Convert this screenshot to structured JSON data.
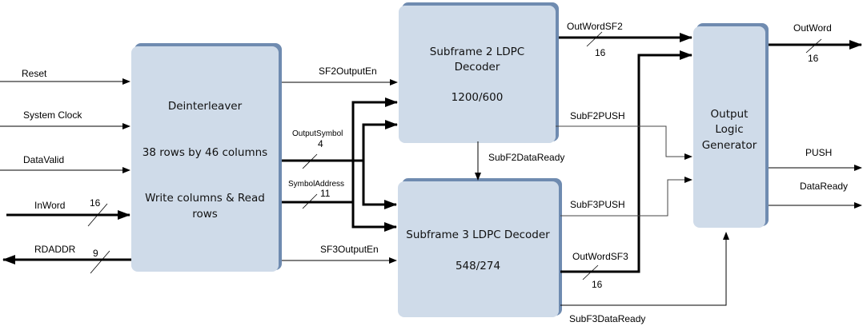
{
  "diagram": {
    "blocks": {
      "deinterleaver": {
        "lines": [
          "Deinterleaver",
          "38 rows by 46 columns",
          "Write columns & Read",
          "rows"
        ]
      },
      "sf2_decoder": {
        "lines": [
          "Subframe 2 LDPC",
          "Decoder",
          "1200/600"
        ]
      },
      "sf3_decoder": {
        "lines": [
          "Subframe 3 LDPC Decoder",
          "548/274"
        ]
      },
      "output_logic": {
        "lines": [
          "Output",
          "Logic",
          "Generator"
        ]
      }
    },
    "inputs": {
      "reset": "Reset",
      "system_clock": "System Clock",
      "data_valid": "DataValid",
      "in_word": "InWord",
      "in_word_width": "16",
      "rdaddr": "RDADDR",
      "rdaddr_width": "9"
    },
    "internal": {
      "sf2_output_en": "SF2OutputEn",
      "sf3_output_en": "SF3OutputEn",
      "output_symbol": "OutputSymbol",
      "output_symbol_width": "4",
      "symbol_address": "SymbolAddress",
      "symbol_address_width": "11",
      "subf2_data_ready": "SubF2DataReady",
      "subf3_data_ready": "SubF3DataReady",
      "out_word_sf2": "OutWordSF2",
      "out_word_sf2_width": "16",
      "out_word_sf3": "OutWordSF3",
      "out_word_sf3_width": "16",
      "subf2_push": "SubF2PUSH",
      "subf3_push": "SubF3PUSH"
    },
    "outputs": {
      "out_word": "OutWord",
      "out_word_width": "16",
      "push": "PUSH",
      "data_ready": "DataReady"
    }
  }
}
